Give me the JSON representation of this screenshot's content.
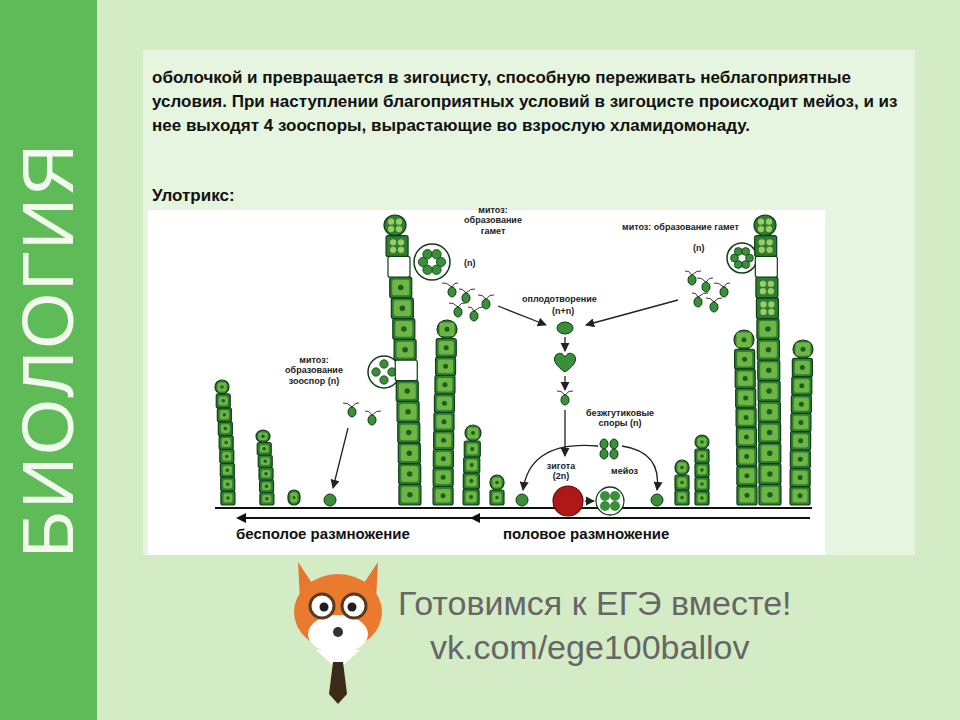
{
  "diagram": {
    "labels": [
      "БИОЛОГИЯ",
      "оболочкой и превращается в зигоцисту, способную переживать неблагоприятные условия. При наступлении благоприятных условий в зигоцисте происходит мейоз, и из нее выходят 4 зооспоры, вырастающие во взрослую хламидомонаду.",
      "Улотрикс:",
      "митоз: образование гамет",
      "(n)",
      "митоз: образование гамет",
      "(n)",
      "оплодотворение",
      "(n+n)",
      "митоз: образование зооспор (n)",
      "безжгутиковые споры (n)",
      "зигота (2n)",
      "мейоз",
      "бесполое размножение",
      "половое размножение",
      "Готовимся к ЕГЭ вместе!",
      "vk.com/ege100ballov"
    ]
  }
}
